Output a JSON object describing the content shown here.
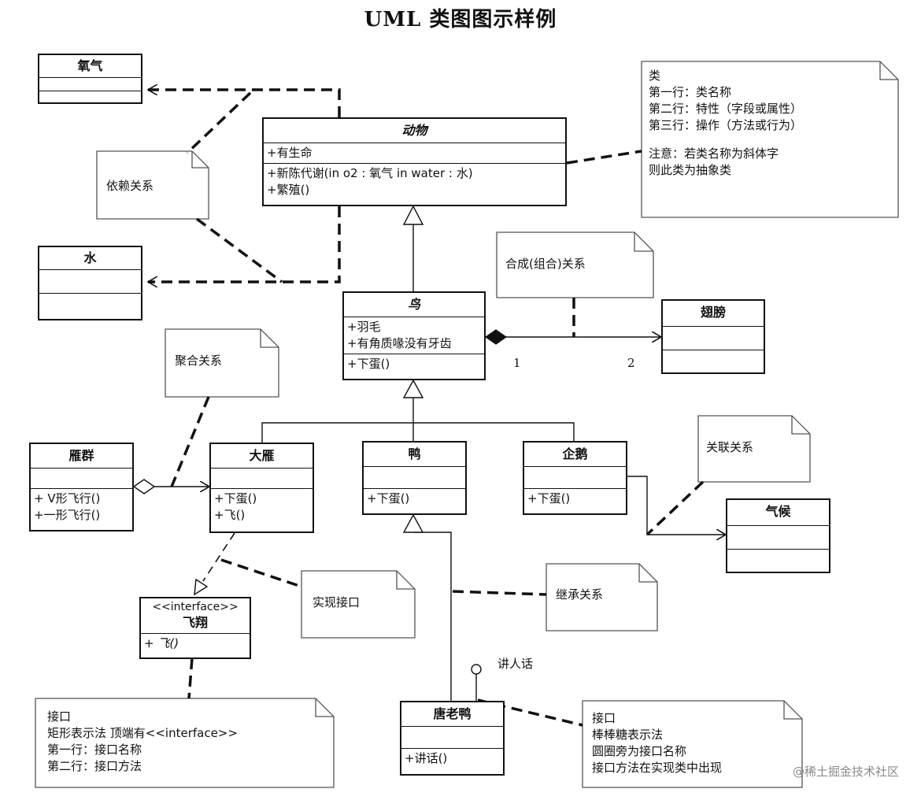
{
  "title": "UML 类图图示样例",
  "classes": {
    "oxygen": {
      "name": "氧气"
    },
    "water": {
      "name": "水"
    },
    "animal": {
      "name": "动物",
      "attributes": [
        "+有生命"
      ],
      "operations": [
        "+新陈代谢(in o2 : 氧气  in water : 水)",
        "+繁殖()"
      ]
    },
    "bird": {
      "name": "鸟",
      "attributes": [
        "+羽毛",
        "+有角质喙没有牙齿"
      ],
      "operations": [
        "+下蛋()"
      ]
    },
    "wing": {
      "name": "翅膀"
    },
    "flock": {
      "name": "雁群",
      "operations": [
        "+ V形飞行()",
        "+一形飞行()"
      ]
    },
    "goose": {
      "name": "大雁",
      "operations": [
        "+下蛋()",
        "+飞()"
      ]
    },
    "duck": {
      "name": "鸭",
      "operations": [
        "+下蛋()"
      ]
    },
    "penguin": {
      "name": "企鹅",
      "operations": [
        "+下蛋()"
      ]
    },
    "climate": {
      "name": "气候"
    },
    "fly": {
      "stereotype": "<<interface>>",
      "name": "飞翔",
      "operations": [
        "+ 飞()"
      ]
    },
    "donald": {
      "name": "唐老鸭",
      "operations": [
        "+讲话()"
      ]
    }
  },
  "notes": {
    "class_note": [
      "类",
      "第一行：类名称",
      "第二行：特性（字段或属性）",
      "第三行：操作（方法或行为）",
      "",
      "注意：若类名称为斜体字",
      "则此类为抽象类"
    ],
    "dependency": [
      "依赖关系"
    ],
    "composition": [
      "合成(组合)关系"
    ],
    "aggregation": [
      "聚合关系"
    ],
    "association": [
      "关联关系"
    ],
    "realization": [
      "实现接口"
    ],
    "inheritance": [
      "继承关系"
    ],
    "interface_rect": [
      "接口",
      "矩形表示法  顶端有<<interface>>",
      "第一行：接口名称",
      "第二行：接口方法"
    ],
    "interface_lollipop": [
      "接口",
      "棒棒糖表示法",
      "圆圈旁为接口名称",
      "接口方法在实现类中出现"
    ]
  },
  "labels": {
    "multiplicity_1": "1",
    "multiplicity_2": "2",
    "lollipop_name": "讲人话"
  },
  "watermark": "@稀土掘金技术社区"
}
